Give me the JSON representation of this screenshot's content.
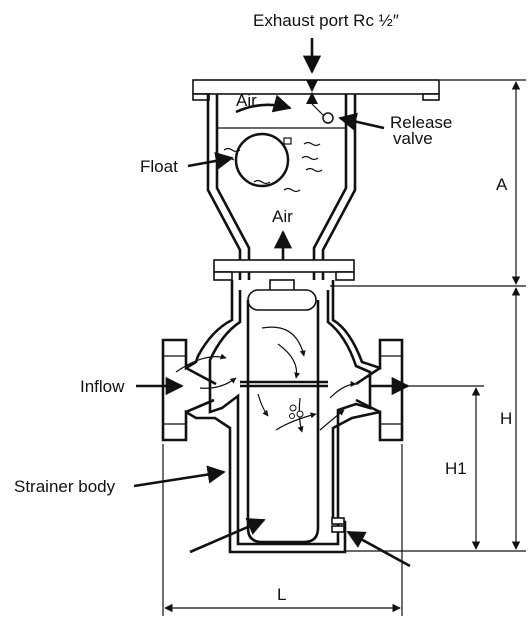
{
  "diagram": {
    "labels": {
      "exhaust_port": "Exhaust port Rc ½″",
      "air_top": "Air",
      "release_valve_line1": "Release",
      "release_valve_line2": "valve",
      "float": "Float",
      "air_middle": "Air",
      "inflow": "Inflow",
      "strainer_body": "Strainer body",
      "dim_a": "A",
      "dim_h": "H",
      "dim_h1": "H1",
      "dim_l": "L"
    }
  }
}
